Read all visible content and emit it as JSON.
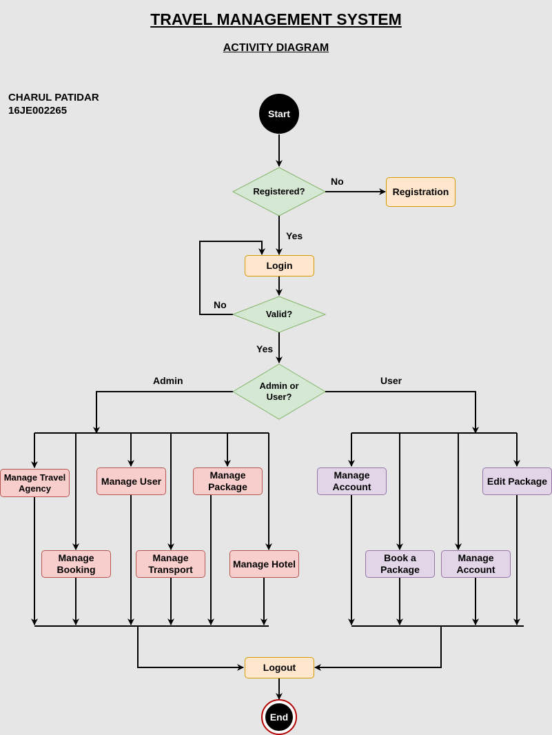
{
  "header": {
    "title": "TRAVEL MANAGEMENT SYSTEM",
    "subtitle": "ACTIVITY DIAGRAM",
    "author_name": "CHARUL PATIDAR",
    "author_id": "16JE002265"
  },
  "nodes": {
    "start": "Start",
    "registered": "Registered?",
    "registration": "Registration",
    "login": "Login",
    "valid": "Valid?",
    "admin_or_user": "Admin or User?",
    "manage_travel_agency": "Manage Travel Agency",
    "manage_user": "Manage User",
    "manage_package": "Manage Package",
    "manage_booking": "Manage Booking",
    "manage_transport": "Manage Transport",
    "manage_hotel": "Manage Hotel",
    "manage_account_1": "Manage Account",
    "edit_package": "Edit Package",
    "book_a_package": "Book a Package",
    "manage_account_2": "Manage Account",
    "logout": "Logout",
    "end": "End"
  },
  "edge_labels": {
    "registered_no": "No",
    "registered_yes": "Yes",
    "valid_no": "No",
    "valid_yes": "Yes",
    "admin": "Admin",
    "user": "User"
  },
  "colors": {
    "background": "#e6e6e6",
    "decision_fill": "#d5e8d4",
    "decision_stroke": "#82b366",
    "orange_fill": "#ffe6cc",
    "red_fill": "#f8cecc",
    "purple_fill": "#e1d5e7"
  }
}
